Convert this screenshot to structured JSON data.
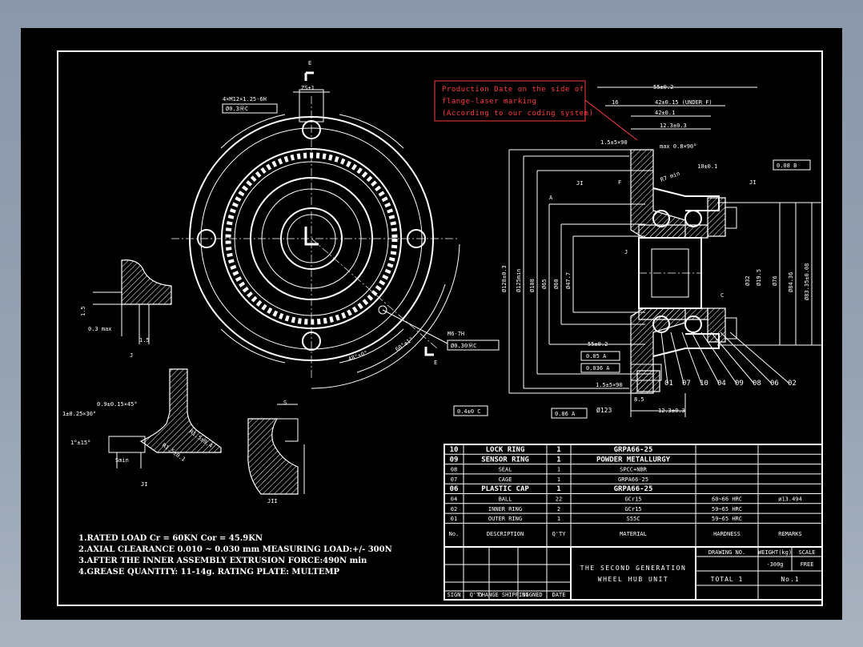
{
  "annotation_box": {
    "lines": [
      "Production Date on the side of",
      "flange-laser marking",
      "(According to our coding system)"
    ],
    "color": "#ff3b3b"
  },
  "front_view": {
    "section_mark": "E",
    "thread_callout": "4×M12×1.25-6H",
    "thread_tolerance": "Ø0.3ⓂC",
    "top_dim": "ZS±1",
    "hole_callout": "M6-7H",
    "hole_tolerance": "Ø0.30ⓂC",
    "angle_1": "48°±0°",
    "angle_2": "60°±1°",
    "section_label": "E"
  },
  "side_view": {
    "dims_top": [
      "55±0.2",
      "16",
      "42±0.15 (UNDER F)",
      "42±0.1",
      "12.3±0.3"
    ],
    "chamfer": "max 0.8×90°",
    "chamfer_small": "1.5±5×90",
    "radius": "R7 min",
    "dim_10": "10±0.1",
    "flatness": "0.08 B",
    "dims_vertical": [
      "Ø128±0.3",
      "Ø125min",
      "Ø108",
      "Ø65",
      "Ø60",
      "Ø47.7",
      "Ø32",
      "Ø19.5",
      "Ø76",
      "Ø84.36",
      "Ø83.35±0.08"
    ],
    "dims_bottom": [
      "55±0.2",
      "0.05 A",
      "0.036 A",
      "1.5±5×90",
      "8.5",
      "12.3±0.3"
    ],
    "diameter_callout": "Ø123",
    "runout_1": "0.4±0 C",
    "runout_2": "0.06 A",
    "balloons": [
      "01",
      "07",
      "10",
      "04",
      "09",
      "08",
      "06",
      "02"
    ],
    "letter_labels": [
      "JI",
      "F",
      "J",
      "JI",
      "A",
      "C"
    ]
  },
  "detail_views": {
    "detail_1_dims": [
      "1.5",
      "0.3 max",
      "1.5"
    ],
    "detail_1_label": "J",
    "detail_2_dims": [
      "0.9±0.15×45°",
      "1±0.25×30°",
      "1°±15°",
      "R1.5±0.4",
      "R1.5±0.1",
      "Smin"
    ],
    "detail_2_label": "JI",
    "detail_3_label": "JII",
    "detail_3_dim": "S"
  },
  "notes": [
    "1.RATED LOAD  Cr = 60KN  Cor = 45.9KN",
    "2.AXIAL CLEARANCE  0.010 ~ 0.030 mm  MEASURING LOAD:+/- 300N",
    "3.AFTER THE INNER ASSEMBLY EXTRUSION FORCE:490N  min",
    "4.GREASE QUANTITY: 11-14g. RATING PLATE: MULTEMP"
  ],
  "bom": {
    "rows": [
      {
        "no": "10",
        "desc": "LOCK RING",
        "qty": "1",
        "material": "GRPA66-25",
        "hardness": "",
        "remarks": "",
        "bold": true
      },
      {
        "no": "09",
        "desc": "SENSOR RING",
        "qty": "1",
        "material": "POWDER METALLURGY",
        "hardness": "",
        "remarks": "",
        "bold": true
      },
      {
        "no": "08",
        "desc": "SEAL",
        "qty": "1",
        "material": "SPCC+NBR",
        "hardness": "",
        "remarks": "",
        "bold": false
      },
      {
        "no": "07",
        "desc": "CAGE",
        "qty": "1",
        "material": "GRPA66-25",
        "hardness": "",
        "remarks": "",
        "bold": false
      },
      {
        "no": "06",
        "desc": "PLASTIC CAP",
        "qty": "1",
        "material": "GRPA66-25",
        "hardness": "",
        "remarks": "",
        "bold": true
      },
      {
        "no": "04",
        "desc": "BALL",
        "qty": "22",
        "material": "GCr15",
        "hardness": "60~66 HRC",
        "remarks": "ø13.494",
        "bold": false
      },
      {
        "no": "02",
        "desc": "INNER RING",
        "qty": "2",
        "material": "GCr15",
        "hardness": "59~65 HRC",
        "remarks": "",
        "bold": false
      },
      {
        "no": "01",
        "desc": "OUTER RING",
        "qty": "1",
        "material": "S55C",
        "hardness": "59~65 HRC",
        "remarks": "",
        "bold": false
      }
    ],
    "headers": {
      "no": "No.",
      "desc": "DESCRIPTION",
      "qty": "Q'TY",
      "material": "MATERIAL",
      "hardness": "HARDNESS",
      "remarks": "REMARKS"
    }
  },
  "title_block": {
    "title_line1": "THE SECOND GENERATION",
    "title_line2": "WHEEL HUB UNIT",
    "drawing_no_label": "DRAWING NO.",
    "weight_label": "WEIGHT(kg)",
    "scale_label": "SCALE",
    "weight_value": "-300g",
    "scale_value": "FREE",
    "total": "TOTAL 1",
    "sheet_no": "No.1",
    "sign_labels": [
      "SIGN",
      "Q'TY",
      "CHANGE SHIPPING",
      "SIGNED",
      "DATE"
    ]
  }
}
